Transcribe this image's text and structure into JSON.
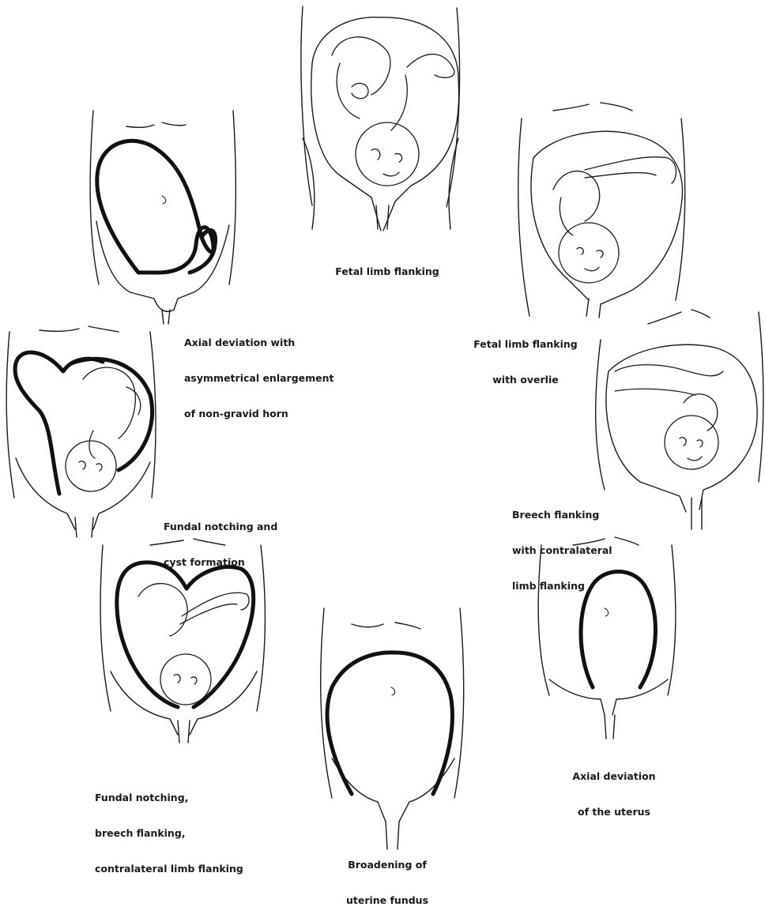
{
  "captions": {
    "top_center": [
      "Fetal limb flanking"
    ],
    "top_left": [
      "Axial deviation with",
      "asymmetrical enlargement",
      "of non-gravid horn"
    ],
    "top_right": [
      "Fetal limb flanking",
      "with overlie"
    ],
    "middle_left": [
      "Fundal notching and",
      "cyst formation"
    ],
    "middle_right": [
      "Breech flanking",
      "with contralateral",
      "limb flanking"
    ],
    "bottom_left": [
      "Fundal notching,",
      "breech flanking,",
      "contralateral limb flanking"
    ],
    "bottom_center": [
      "Broadening of",
      "uterine fundus"
    ],
    "bottom_right": [
      "Axial deviation",
      "of the uterus"
    ]
  }
}
